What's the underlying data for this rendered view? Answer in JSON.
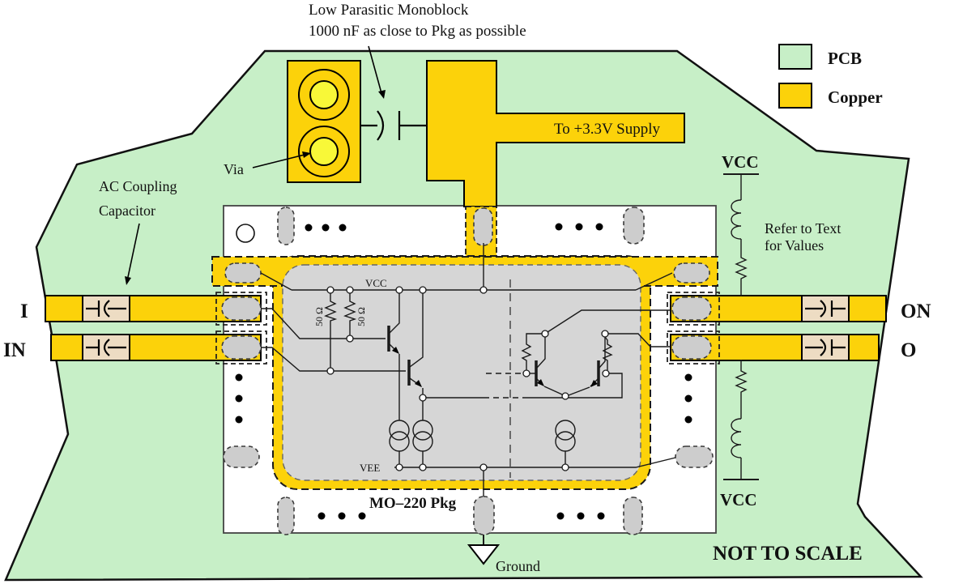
{
  "title": {
    "line1": "Low Parasitic Monoblock",
    "line2": "1000 nF as close to Pkg as possible"
  },
  "legend": {
    "pcb": "PCB",
    "copper": "Copper"
  },
  "labels": {
    "supply": "To +3.3V Supply",
    "via": "Via",
    "ac_coupling_1": "AC Coupling",
    "ac_coupling_2": "Capacitor",
    "pin_i": "I",
    "pin_in": "IN",
    "pin_on": "ON",
    "pin_o": "O",
    "vcc_top": "VCC",
    "vcc_bottom": "VCC",
    "refer_1": "Refer to Text",
    "refer_2": "for Values",
    "package": "MO–220 Pkg",
    "ground": "Ground",
    "not_to_scale": "NOT TO SCALE"
  },
  "schematic": {
    "vcc_rail": "VCC",
    "vee_rail": "VEE",
    "r1": "50 Ω",
    "r2": "50 Ω"
  },
  "colors": {
    "pcb": "#c7efc7",
    "copper": "#fcd20a",
    "via_inner": "#f8f838",
    "pad": "#cdcdcd",
    "die": "#d6d6d6",
    "cap": "#eddcc3",
    "red": "#e41313"
  }
}
